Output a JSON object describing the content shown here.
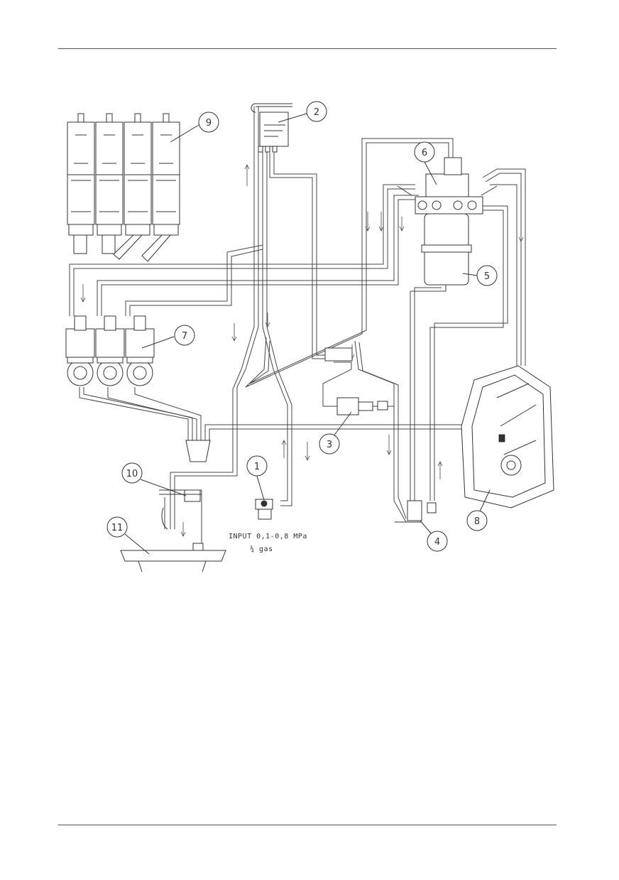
{
  "page": {
    "background": "#ffffff",
    "line_color": "#333333"
  },
  "diagram": {
    "callouts": [
      {
        "id": "1",
        "label": "1"
      },
      {
        "id": "2",
        "label": "2"
      },
      {
        "id": "3",
        "label": "3"
      },
      {
        "id": "4",
        "label": "4"
      },
      {
        "id": "5",
        "label": "5"
      },
      {
        "id": "6",
        "label": "6"
      },
      {
        "id": "7",
        "label": "7"
      },
      {
        "id": "8",
        "label": "8"
      },
      {
        "id": "9",
        "label": "9"
      },
      {
        "id": "10",
        "label": "10"
      },
      {
        "id": "11",
        "label": "11"
      }
    ],
    "input_note": {
      "line1": "INPUT 0,1-0,8 MPa",
      "line2": "¾ gas"
    }
  }
}
